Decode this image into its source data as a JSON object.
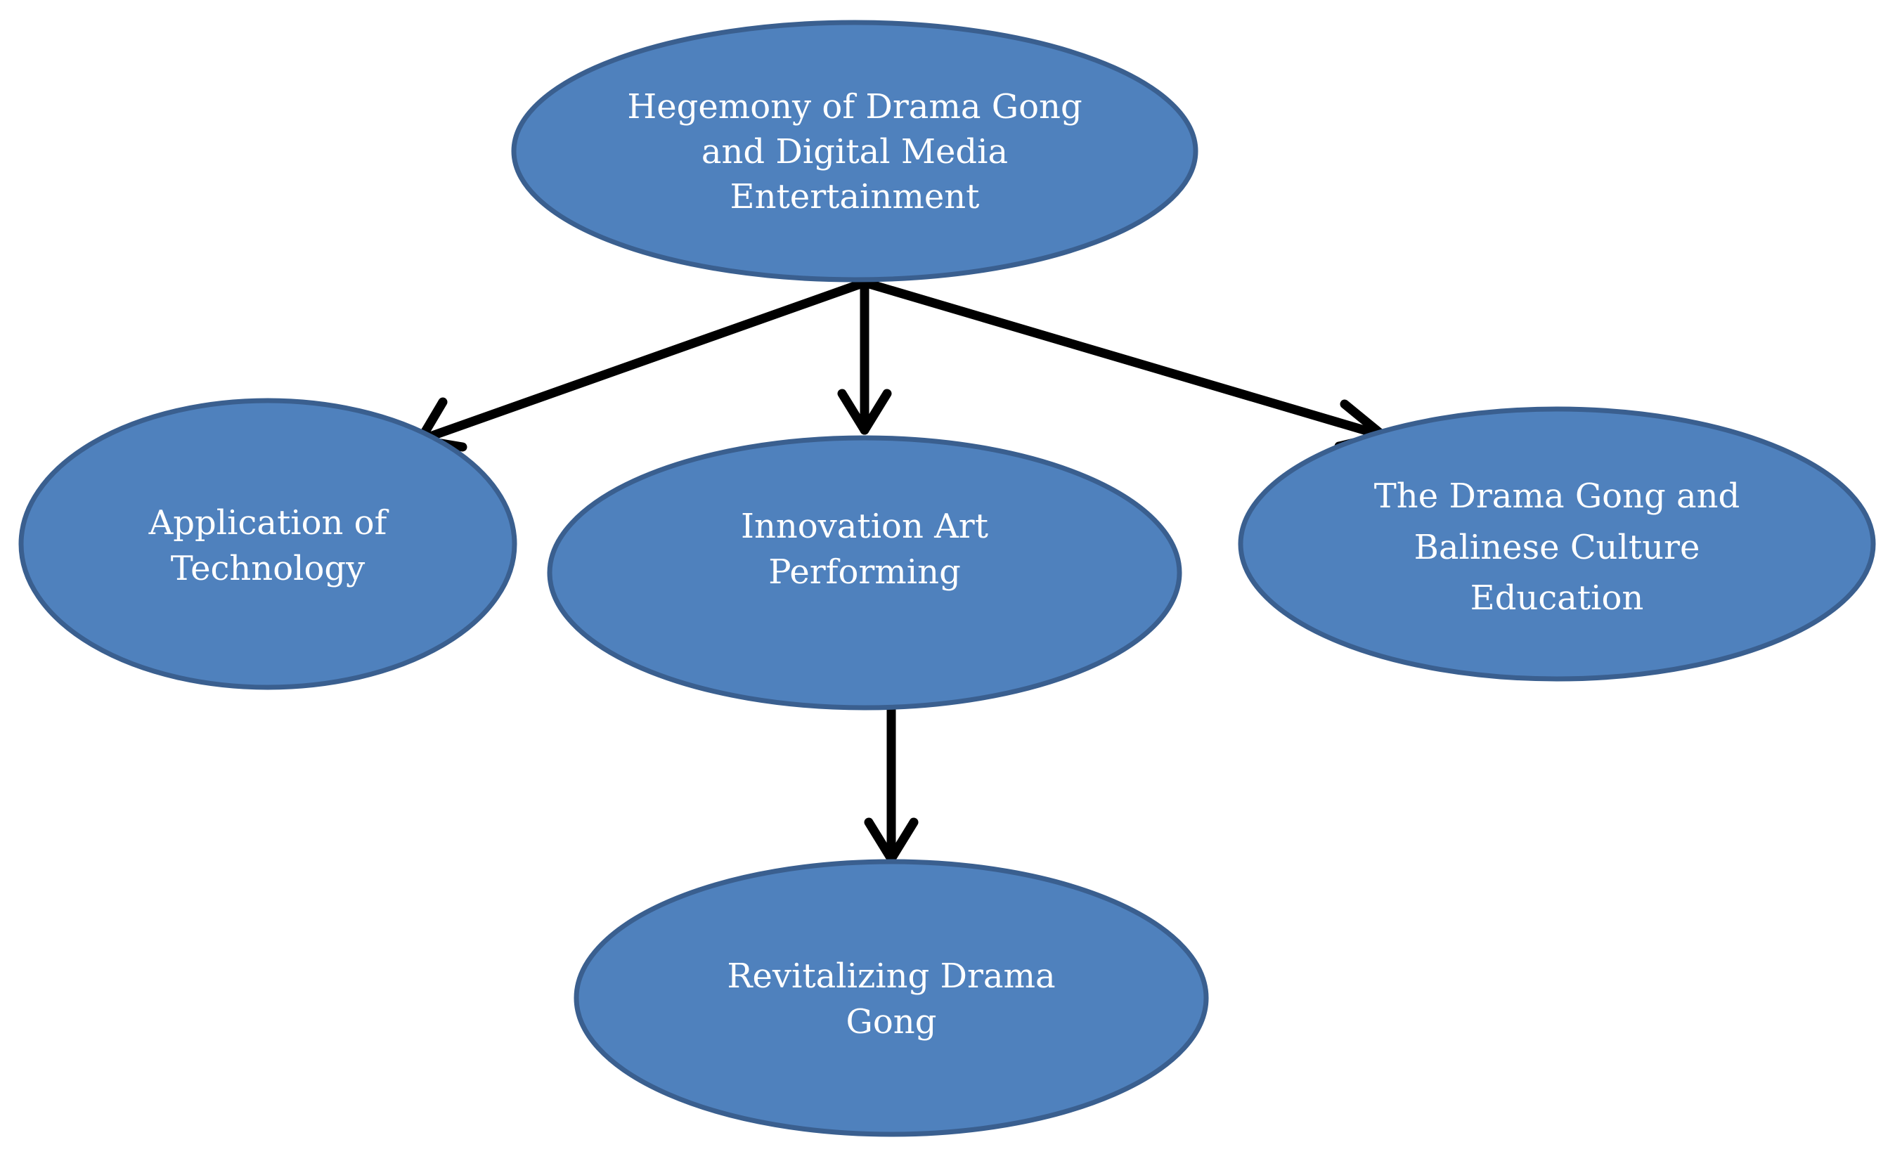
{
  "diagram": {
    "node_color": "#4f81bd",
    "node_border_color": "#3a5f8f",
    "text_color": "#ffffff",
    "edge_color": "#000000",
    "nodes": {
      "hegemony": {
        "lines": [
          "Hegemony of Drama Gong",
          "and Digital Media",
          "Entertainment"
        ]
      },
      "technology": {
        "lines": [
          "Application of",
          "Technology"
        ]
      },
      "innovation": {
        "lines": [
          "Innovation Art",
          "Performing"
        ]
      },
      "education": {
        "lines": [
          "The Drama Gong and",
          "Balinese Culture",
          "Education"
        ]
      },
      "revitalizing": {
        "lines": [
          "Revitalizing Drama",
          "Gong"
        ]
      }
    },
    "edges": [
      {
        "from": "hegemony",
        "to": "technology"
      },
      {
        "from": "hegemony",
        "to": "innovation"
      },
      {
        "from": "hegemony",
        "to": "education"
      },
      {
        "from": "innovation",
        "to": "revitalizing"
      }
    ]
  }
}
